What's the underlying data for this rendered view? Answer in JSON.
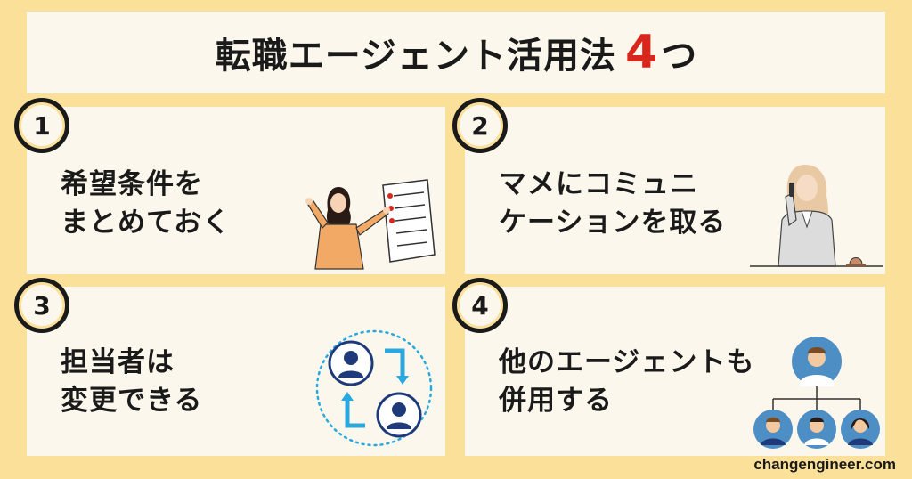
{
  "title": {
    "main": "転職エージェント活用法",
    "number": "4",
    "suffix": "つ"
  },
  "cards": [
    {
      "number": "1",
      "lines": [
        "希望条件を",
        "まとめておく"
      ]
    },
    {
      "number": "2",
      "lines": [
        "マメにコミュニ",
        "ケーションを取る"
      ]
    },
    {
      "number": "3",
      "lines": [
        "担当者は",
        "変更できる"
      ]
    },
    {
      "number": "4",
      "lines": [
        "他のエージェントも",
        "併用する"
      ]
    }
  ],
  "footer": "changengineer.com",
  "colors": {
    "background": "#fbe09a",
    "card": "#fcf7ec",
    "accent_red": "#d9261c",
    "arrow_blue": "#29a8e0",
    "person_navy": "#1e3a7a"
  },
  "icons": [
    "woman-with-checklist-illustration",
    "woman-on-phone-illustration",
    "agent-swap-arrows-illustration",
    "org-chart-people-illustration"
  ]
}
